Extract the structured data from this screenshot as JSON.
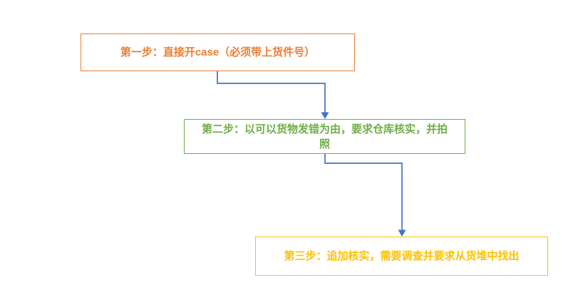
{
  "colors": {
    "step_1_accent": "#ED7D31",
    "step_2_accent": "#70AD47",
    "step_3_accent": "#FFC000",
    "connector_blue": "#4472C4",
    "canvas_background": "#FFFFFF"
  },
  "flowchart": {
    "steps": [
      {
        "id": "step-1",
        "label": "第一步：直接开case（必须带上货件号）"
      },
      {
        "id": "step-2",
        "label": "第二步：以可以货物发错为由，要求仓库核实，并拍照"
      },
      {
        "id": "step-3",
        "label": "第三步：追加核实，需要调查并要求从货堆中找出"
      }
    ],
    "connections": [
      {
        "from": "step-1",
        "to": "step-2",
        "style": "elbow-arrow"
      },
      {
        "from": "step-2",
        "to": "step-3",
        "style": "elbow-arrow"
      }
    ]
  }
}
